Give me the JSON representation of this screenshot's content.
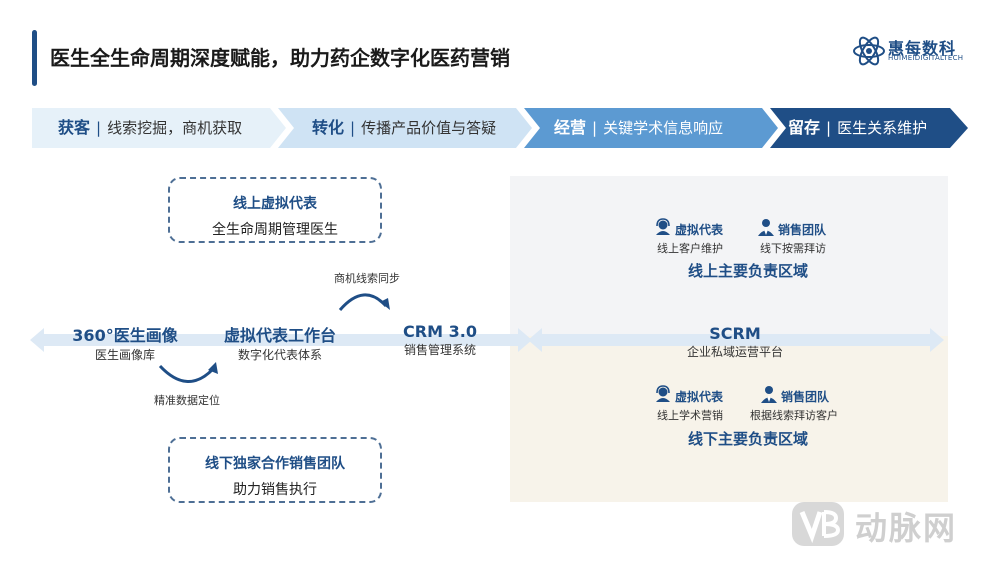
{
  "title": "医生全生命周期深度赋能，助力药企数字化医药营销",
  "logo": {
    "name": "惠每数科",
    "sub": "HUIMEIDIGITALTECH"
  },
  "stages": [
    {
      "name": "获客",
      "desc": "线索挖掘，商机获取"
    },
    {
      "name": "转化",
      "desc": "传播产品价值与答疑"
    },
    {
      "name": "经营",
      "desc": "关键学术信息响应"
    },
    {
      "name": "留存",
      "desc": "医生关系维护"
    }
  ],
  "stage_separator": "|",
  "online_box": {
    "title": "线上虚拟代表",
    "desc": "全生命周期管理医生"
  },
  "offline_box": {
    "title": "线下独家合作销售团队",
    "desc": "助力销售执行"
  },
  "nodes": [
    {
      "title": "360°医生画像",
      "sub": "医生画像库"
    },
    {
      "title": "虚拟代表工作台",
      "sub": "数字化代表体系"
    },
    {
      "title": "CRM 3.0",
      "sub": "销售管理系统"
    },
    {
      "title": "SCRM",
      "sub": "企业私域运营平台"
    }
  ],
  "sync_label": "商机线索同步",
  "locate_label": "精准数据定位",
  "online_zone": {
    "roles": [
      {
        "name": "虚拟代表",
        "sub": "线上客户维护"
      },
      {
        "name": "销售团队",
        "sub": "线下按需拜访"
      }
    ],
    "label": "线上主要负责区域"
  },
  "offline_zone": {
    "roles": [
      {
        "name": "虚拟代表",
        "sub": "线上学术营销"
      },
      {
        "name": "销售团队",
        "sub": "根据线索拜访客户"
      }
    ],
    "label": "线下主要负责区域"
  },
  "watermark": "动脉网",
  "colors": {
    "brand": "#1f4e86",
    "stage1": "#e6f1f9",
    "stage2": "#cfe3f4",
    "stage3": "#5c9ad2",
    "stage4": "#1f4e86",
    "panel_top": "#f3f4f6",
    "panel_bottom": "#f7f3ea"
  }
}
